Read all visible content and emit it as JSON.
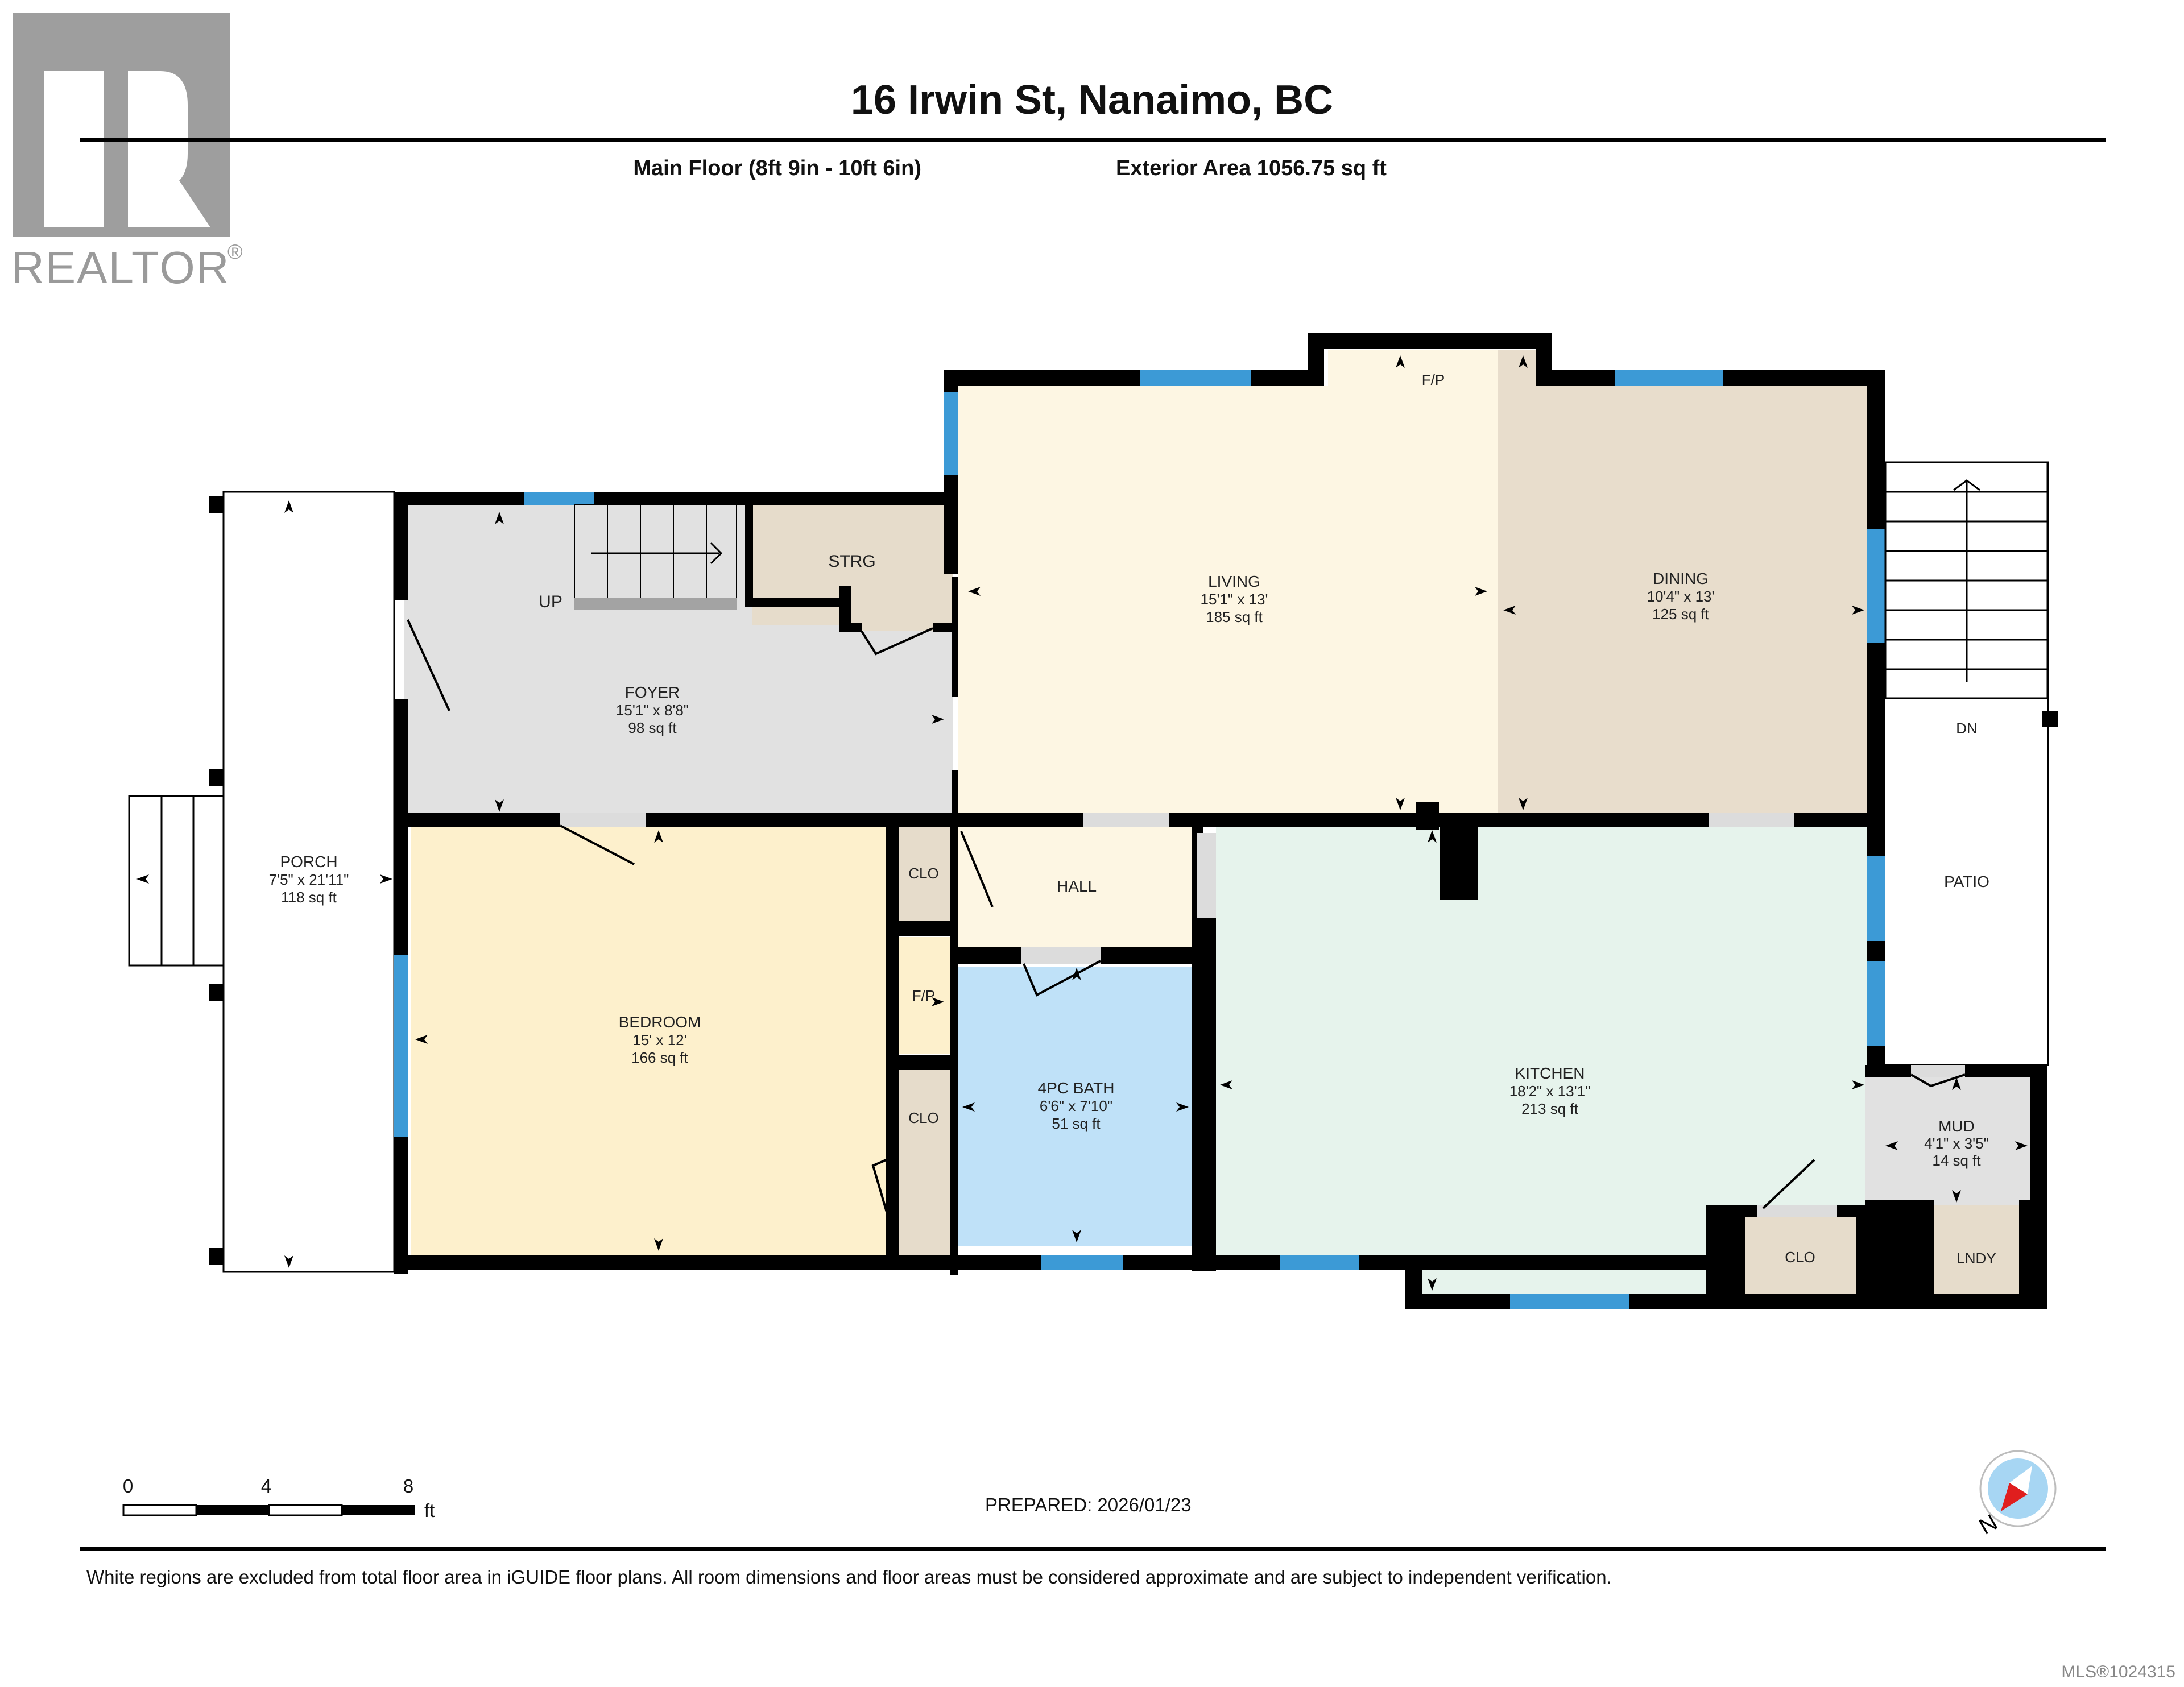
{
  "header": {
    "title": "16 Irwin St, Nanaimo, BC",
    "floor_label": "Main Floor (8ft 9in - 10ft 6in)",
    "exterior_area": "Exterior Area 1056.75 sq ft"
  },
  "logo": {
    "text": "REALTOR",
    "registered_mark": "®",
    "icon": "realtor-r-logo"
  },
  "rooms": {
    "porch": {
      "name": "PORCH",
      "dims": "7'5\" x 21'11\"",
      "area": "118 sq ft"
    },
    "foyer": {
      "name": "FOYER",
      "dims": "15'1\" x 8'8\"",
      "area": "98 sq ft"
    },
    "strg": {
      "name": "STRG"
    },
    "living": {
      "name": "LIVING",
      "dims": "15'1\" x 13'",
      "area": "185 sq ft"
    },
    "dining": {
      "name": "DINING",
      "dims": "10'4\" x 13'",
      "area": "125 sq ft"
    },
    "bedroom": {
      "name": "BEDROOM",
      "dims": "15' x 12'",
      "area": "166 sq ft"
    },
    "hall": {
      "name": "HALL"
    },
    "clo1": {
      "name": "CLO"
    },
    "clo2": {
      "name": "CLO"
    },
    "clo3": {
      "name": "CLO"
    },
    "fp_small": {
      "name": "F/P"
    },
    "fp_living": {
      "name": "F/P"
    },
    "bath": {
      "name": "4PC BATH",
      "dims": "6'6\" x 7'10\"",
      "area": "51 sq ft"
    },
    "kitchen": {
      "name": "KITCHEN",
      "dims": "18'2\" x 13'1\"",
      "area": "213 sq ft"
    },
    "patio": {
      "name": "PATIO"
    },
    "mud": {
      "name": "MUD",
      "dims": "4'1\" x 3'5\"",
      "area": "14 sq ft"
    },
    "lndy": {
      "name": "LNDY"
    }
  },
  "labels": {
    "up": "UP",
    "dn": "DN"
  },
  "scale_bar": {
    "ticks": [
      "0",
      "4",
      "8"
    ],
    "unit": "ft"
  },
  "prepared": "PREPARED: 2026/01/23",
  "compass": {
    "label": "N"
  },
  "disclaimer": "White regions are excluded from total floor area in iGUIDE floor plans. All room dimensions and floor areas must be considered approximate and are subject to independent verification.",
  "mls": "MLS®1024315",
  "colors": {
    "wall": "#000000",
    "window": "#3c9ad6",
    "foyer": "#e1e1e1",
    "storage": "#e6dccb",
    "living": "#fdf6e3",
    "dining": "#e8ddcc",
    "bedroom": "#fdf0cc",
    "hall": "#fdf6e3",
    "bath": "#bfe1f8",
    "kitchen": "#e6f3ec",
    "mud": "#e1e1e1",
    "closet": "#e6dccb"
  }
}
